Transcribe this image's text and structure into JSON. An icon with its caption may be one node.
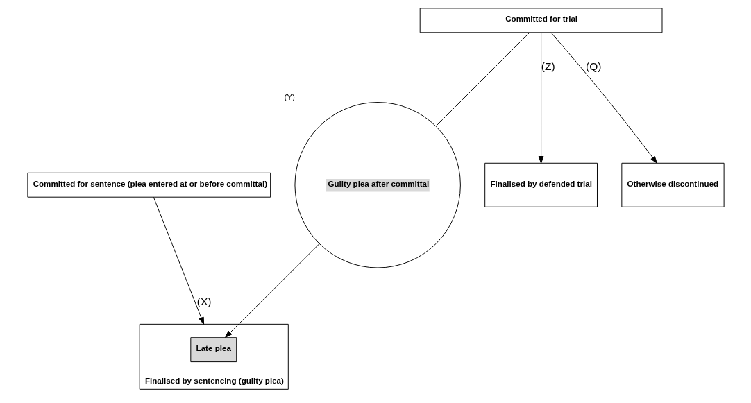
{
  "diagram": {
    "nodes": [
      {
        "text": [
          "Committed for sentence (plea entered at or before committal)"
        ]
      },
      {
        "text": [
          "Committed for trial"
        ]
      },
      {
        "text": [
          "Guilty plea after committal"
        ],
        "beside": [
          "(Y)"
        ]
      },
      {
        "text": [
          "Finalised by sentencing (guilty plea)"
        ]
      },
      {
        "text": [
          "Late plea"
        ],
        "in": 3
      },
      {
        "text": [
          "Finalised by defended trial"
        ]
      },
      {
        "text": [
          "Otherwise discontinued"
        ]
      }
    ],
    "edges": [
      {
        "from": 0,
        "to": 3,
        "arrow": "to",
        "label": "(X)"
      },
      {
        "from": 1,
        "to": 2,
        "arrow": "none"
      },
      {
        "from": 2,
        "to": 4,
        "arrow": "to"
      },
      {
        "from": 1,
        "to": 5,
        "arrow": "to",
        "label": "(Z)"
      },
      {
        "from": 1,
        "to": 6,
        "arrow": "to",
        "label": "(Q)"
      }
    ]
  }
}
